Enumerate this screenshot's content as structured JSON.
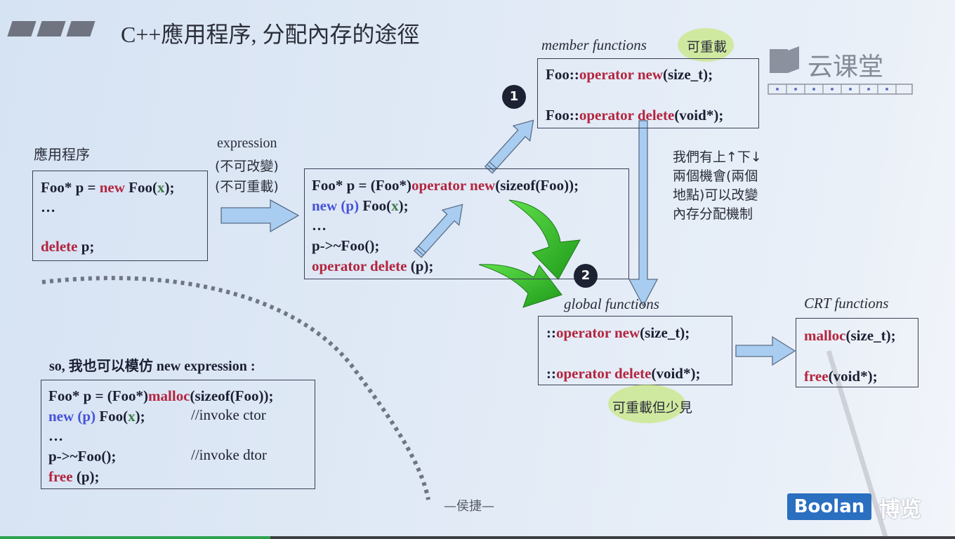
{
  "title": "C++應用程序, 分配內存的途徑",
  "app_label": "應用程序",
  "app_code": [
    [
      [
        "plain",
        "Foo* p = "
      ],
      [
        "red",
        "new"
      ],
      [
        "plain",
        " Foo("
      ],
      [
        "green",
        "x"
      ],
      [
        "plain",
        ");"
      ]
    ],
    [
      [
        "plain",
        "…"
      ]
    ],
    [
      [
        "plain",
        ""
      ]
    ],
    [
      [
        "red",
        "delete"
      ],
      [
        "plain",
        " p;"
      ]
    ]
  ],
  "expression_label": "expression",
  "expression_notes": [
    "(不可改變)",
    "(不可重載)"
  ],
  "expansion_code": [
    [
      [
        "plain",
        "Foo* p = (Foo*)"
      ],
      [
        "red",
        "operator new"
      ],
      [
        "plain",
        "(sizeof(Foo));"
      ]
    ],
    [
      [
        "blue",
        "new (p)"
      ],
      [
        "plain",
        " Foo("
      ],
      [
        "green",
        "x"
      ],
      [
        "plain",
        ");"
      ]
    ],
    [
      [
        "plain",
        "…"
      ]
    ],
    [
      [
        "plain",
        "p->~Foo();"
      ]
    ],
    [
      [
        "red",
        "operator delete"
      ],
      [
        "plain",
        " (p);"
      ]
    ]
  ],
  "member": {
    "label": "member functions",
    "note": "可重載",
    "code": [
      [
        [
          "plain",
          "Foo::"
        ],
        [
          "red",
          "operator new"
        ],
        [
          "plain",
          "(size_t);"
        ]
      ],
      [
        [
          "plain",
          ""
        ]
      ],
      [
        [
          "plain",
          "Foo::"
        ],
        [
          "red",
          "operator delete"
        ],
        [
          "plain",
          "(void*);"
        ]
      ]
    ]
  },
  "markers": [
    "1",
    "2"
  ],
  "side_note": [
    "我們有上↑下↓",
    "兩個機會(兩個",
    "地點)可以改變",
    "內存分配機制"
  ],
  "global": {
    "label": "global functions",
    "note": "可重載但少見",
    "code": [
      [
        [
          "plain",
          "::"
        ],
        [
          "red",
          "operator new"
        ],
        [
          "plain",
          "(size_t);"
        ]
      ],
      [
        [
          "plain",
          ""
        ]
      ],
      [
        [
          "plain",
          "::"
        ],
        [
          "red",
          "operator delete"
        ],
        [
          "plain",
          "(void*);"
        ]
      ]
    ]
  },
  "crt": {
    "label": "CRT functions",
    "code": [
      [
        [
          "red",
          "malloc"
        ],
        [
          "plain",
          "(size_t);"
        ]
      ],
      [
        [
          "plain",
          ""
        ]
      ],
      [
        [
          "red",
          "free"
        ],
        [
          "plain",
          "(void*);"
        ]
      ]
    ]
  },
  "mimic_label": "so, 我也可以模仿 new expression :",
  "mimic_code": [
    [
      [
        "plain",
        "Foo* p = (Foo*)"
      ],
      [
        "red",
        "malloc"
      ],
      [
        "plain",
        "(sizeof(Foo));"
      ]
    ],
    [
      [
        "blue",
        "new (p)"
      ],
      [
        "plain",
        " Foo("
      ],
      [
        "green",
        "x"
      ],
      [
        "plain",
        ");"
      ]
    ],
    [
      [
        "plain",
        "…"
      ]
    ],
    [
      [
        "plain",
        "p->~Foo();"
      ]
    ],
    [
      [
        "red",
        "free"
      ],
      [
        "plain",
        " (p);"
      ]
    ]
  ],
  "mimic_comments": [
    "//invoke ctor",
    "//invoke dtor"
  ],
  "author": "—侯捷—",
  "watermark_top": "云课堂",
  "brand": {
    "name": "Boolan",
    "cn": "博览",
    "color": "#2a6fc0"
  },
  "video_progress_percent": 28.3,
  "colors": {
    "keyword": "#b3253f",
    "placement": "#4652d8",
    "arg": "#3e7a46",
    "arrow": "#a9cdf0",
    "green_arrow": "#3cc42a"
  }
}
